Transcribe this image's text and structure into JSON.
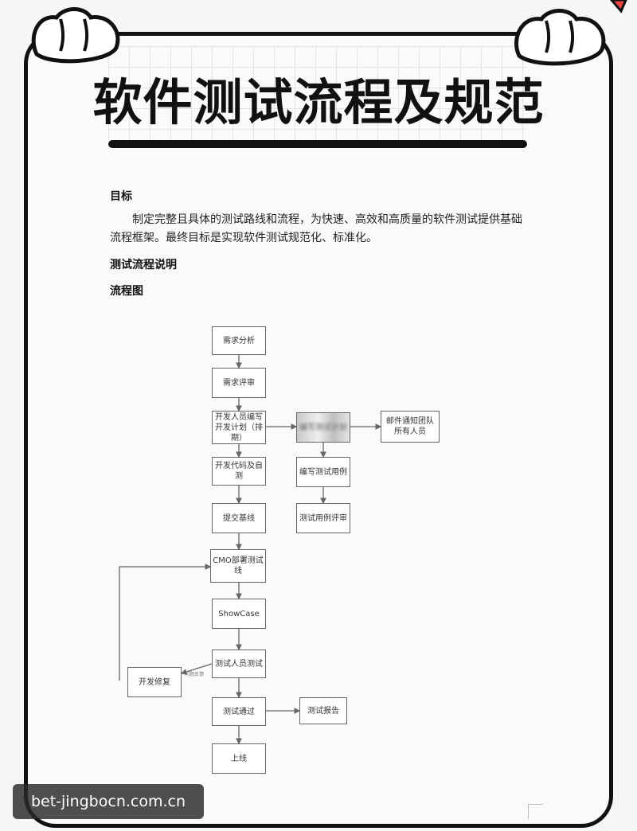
{
  "title": "软件测试流程及规范",
  "sections": {
    "goal_heading": "目标",
    "goal_text": "制定完整且具体的测试路线和流程，为快速、高效和高质量的软件测试提供基础流程框架。最终目标是实现软件测试规范化、标准化。",
    "process_heading": "测试流程说明",
    "flowchart_heading": "流程图"
  },
  "flowchart": {
    "nodes": {
      "req_analysis": "需求分析",
      "req_review": "需求评审",
      "dev_plan": "开发人员编写开发计划（排期）",
      "blurred_node": "编写测试计划",
      "email_notify": "邮件通知团队所有人员",
      "dev_code": "开发代码及自测",
      "write_cases": "编写测试用例",
      "submit_baseline": "提交基线",
      "case_review": "测试用例评审",
      "cmo_deploy": "CMO部署测试线",
      "showcase": "ShowCase",
      "tester_test": "测试人员测试",
      "dev_fix": "开发修复",
      "test_pass": "测试通过",
      "test_report": "测试报告",
      "go_live": "上线"
    },
    "edge_label": "问题反馈"
  },
  "watermark": "bet-jingbocn.com.cn"
}
